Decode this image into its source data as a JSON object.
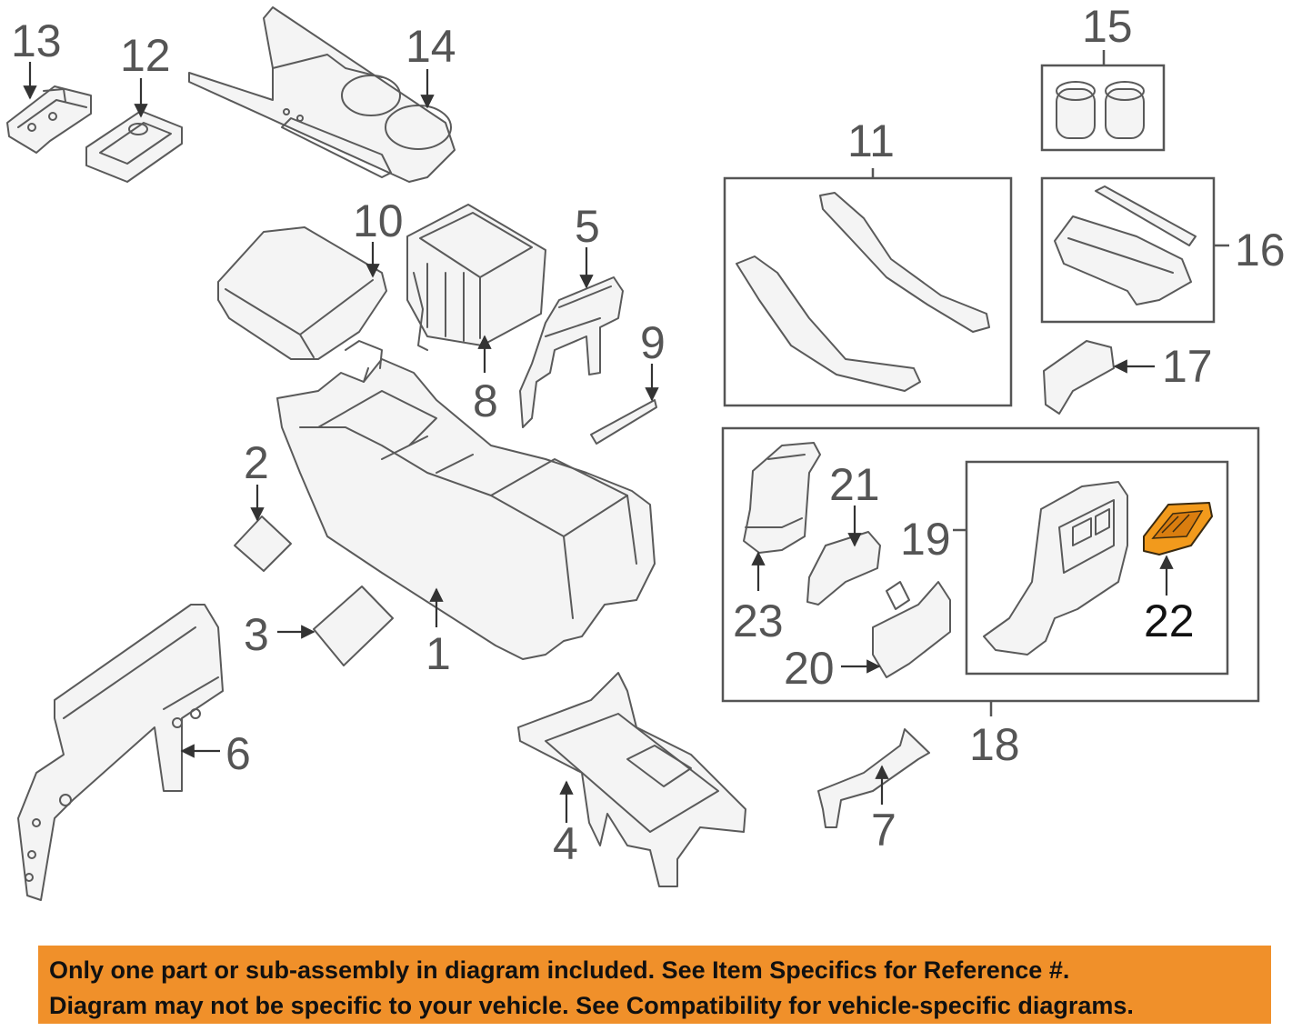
{
  "callouts": {
    "c1": "1",
    "c2": "2",
    "c3": "3",
    "c4": "4",
    "c5": "5",
    "c6": "6",
    "c7": "7",
    "c8": "8",
    "c9": "9",
    "c10": "10",
    "c11": "11",
    "c12": "12",
    "c13": "13",
    "c14": "14",
    "c15": "15",
    "c16": "16",
    "c17": "17",
    "c18": "18",
    "c19": "19",
    "c20": "20",
    "c21": "21",
    "c22": "22",
    "c23": "23"
  },
  "highlighted_part": "22",
  "colors": {
    "highlight": "#f29a1c",
    "notice_bg": "#f0902a",
    "line": "#5a5a5a"
  },
  "notice": {
    "line1": "Only one part or sub-assembly in diagram included. See Item Specifics for Reference #.",
    "line2": "Diagram may not be specific to your vehicle. See Compatibility for vehicle-specific diagrams."
  }
}
